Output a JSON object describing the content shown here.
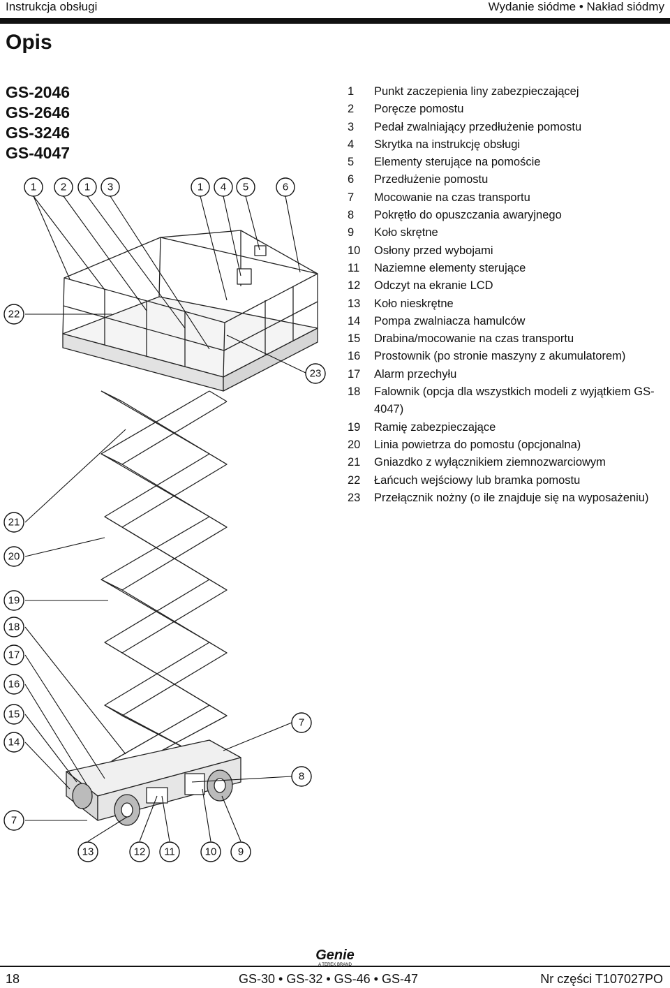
{
  "header": {
    "left": "Instrukcja obsługi",
    "right": "Wydanie siódme • Nakład siódmy"
  },
  "page_title": "Opis",
  "models": [
    "GS-2046",
    "GS-2646",
    "GS-3246",
    "GS-4047"
  ],
  "legend": [
    {
      "n": "1",
      "text": "Punkt zaczepienia liny zabezpieczającej"
    },
    {
      "n": "2",
      "text": "Poręcze pomostu"
    },
    {
      "n": "3",
      "text": "Pedał zwalniający przedłużenie pomostu"
    },
    {
      "n": "4",
      "text": "Skrytka na instrukcję obsługi"
    },
    {
      "n": "5",
      "text": "Elementy sterujące na pomoście"
    },
    {
      "n": "6",
      "text": "Przedłużenie pomostu"
    },
    {
      "n": "7",
      "text": "Mocowanie na czas transportu"
    },
    {
      "n": "8",
      "text": "Pokrętło do opuszczania awaryjnego"
    },
    {
      "n": "9",
      "text": "Koło skrętne"
    },
    {
      "n": "10",
      "text": "Osłony przed wybojami"
    },
    {
      "n": "11",
      "text": "Naziemne elementy sterujące"
    },
    {
      "n": "12",
      "text": "Odczyt na ekranie LCD"
    },
    {
      "n": "13",
      "text": "Koło nieskrętne"
    },
    {
      "n": "14",
      "text": "Pompa zwalniacza hamulców"
    },
    {
      "n": "15",
      "text": "Drabina/mocowanie na czas transportu"
    },
    {
      "n": "16",
      "text": "Prostownik (po stronie maszyny z akumulatorem)"
    },
    {
      "n": "17",
      "text": "Alarm przechyłu"
    },
    {
      "n": "18",
      "text": "Falownik (opcja dla wszystkich modeli z wyjątkiem GS-4047)"
    },
    {
      "n": "19",
      "text": "Ramię zabezpieczające"
    },
    {
      "n": "20",
      "text": "Linia powietrza do pomostu (opcjonalna)"
    },
    {
      "n": "21",
      "text": "Gniazdko z wyłącznikiem ziemnozwarciowym"
    },
    {
      "n": "22",
      "text": "Łańcuch wejściowy lub bramka pomostu"
    },
    {
      "n": "23",
      "text": "Przełącznik nożny (o ile znajduje się na wyposażeniu)"
    }
  ],
  "callouts": {
    "top": [
      "1",
      "2",
      "1",
      "3",
      "1",
      "4",
      "5",
      "6"
    ],
    "left": [
      "22",
      "21",
      "20",
      "19",
      "18",
      "17",
      "16",
      "15",
      "14",
      "7"
    ],
    "right": [
      "23",
      "7",
      "8"
    ],
    "bottom": [
      "13",
      "12",
      "11",
      "10",
      "9"
    ]
  },
  "footer": {
    "page": "18",
    "models": "GS-30 • GS-32 • GS-46 • GS-47",
    "part": "Nr części T107027PO"
  },
  "logo": {
    "name": "Genie",
    "tagline": "A TEREX BRAND"
  }
}
